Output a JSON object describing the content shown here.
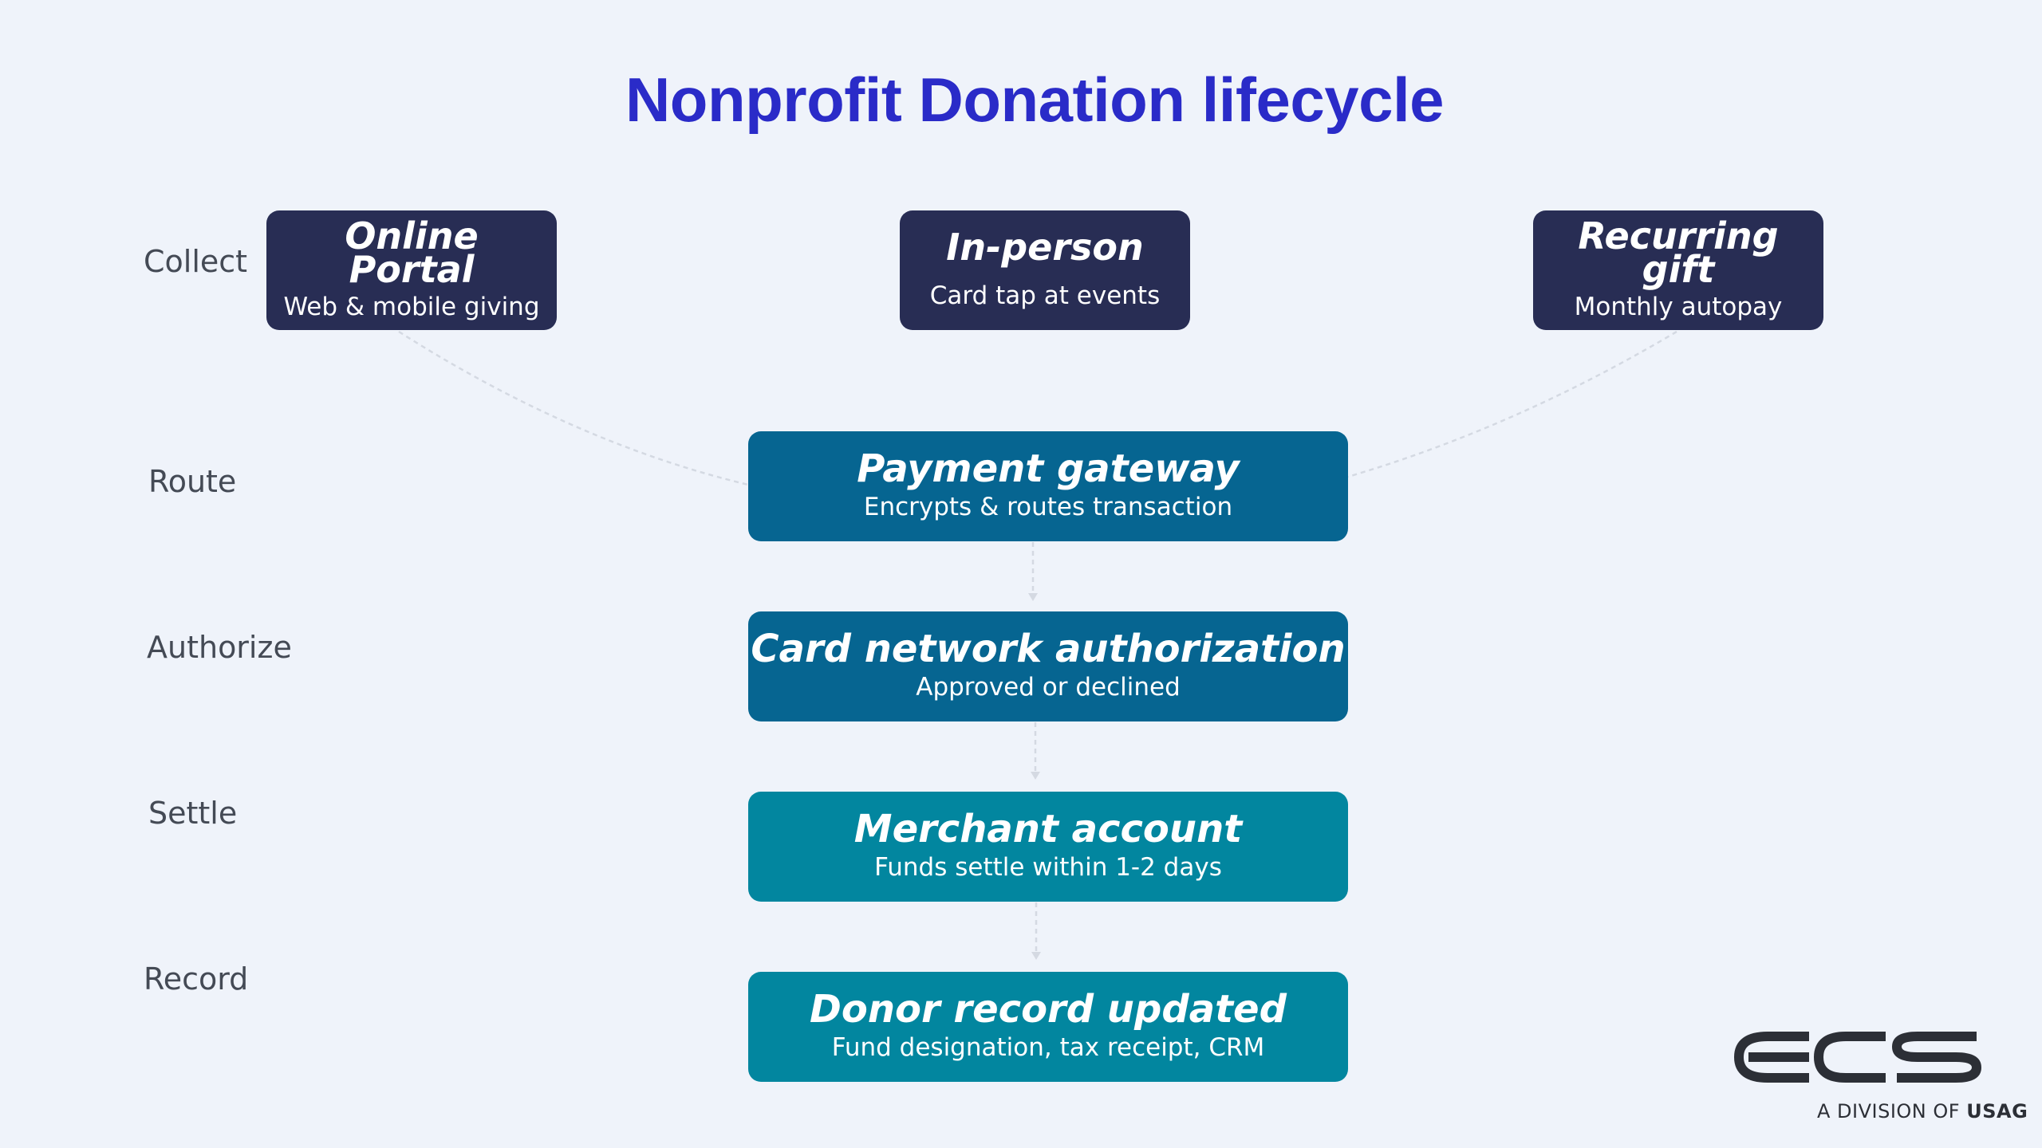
{
  "title": "Nonprofit Donation lifecycle",
  "stages": [
    "Collect",
    "Route",
    "Authorize",
    "Settle",
    "Record"
  ],
  "sources": [
    {
      "title": "Online Portal",
      "subtitle": "Web & mobile giving"
    },
    {
      "title": "In-person",
      "subtitle": "Card tap at events"
    },
    {
      "title": "Recurring gift",
      "subtitle": "Monthly autopay"
    }
  ],
  "flow": [
    {
      "title": "Payment gateway",
      "subtitle": "Encrypts & routes transaction"
    },
    {
      "title": "Card network authorization",
      "subtitle": "Approved or declined"
    },
    {
      "title": "Merchant account",
      "subtitle": "Funds settle within 1-2 days"
    },
    {
      "title": "Donor record updated",
      "subtitle": "Fund designation, tax receipt, CRM"
    }
  ],
  "logo": {
    "name": "ecs",
    "tagline_prefix": "A DIVISION OF",
    "tagline_brand": "USAG"
  },
  "colors": {
    "title": "#2a2bc8",
    "source_box": "#282d54",
    "flow_dark": "#066591",
    "flow_teal": "#02869f",
    "connector": "#d4d9e2",
    "background": "#eff3fa"
  }
}
